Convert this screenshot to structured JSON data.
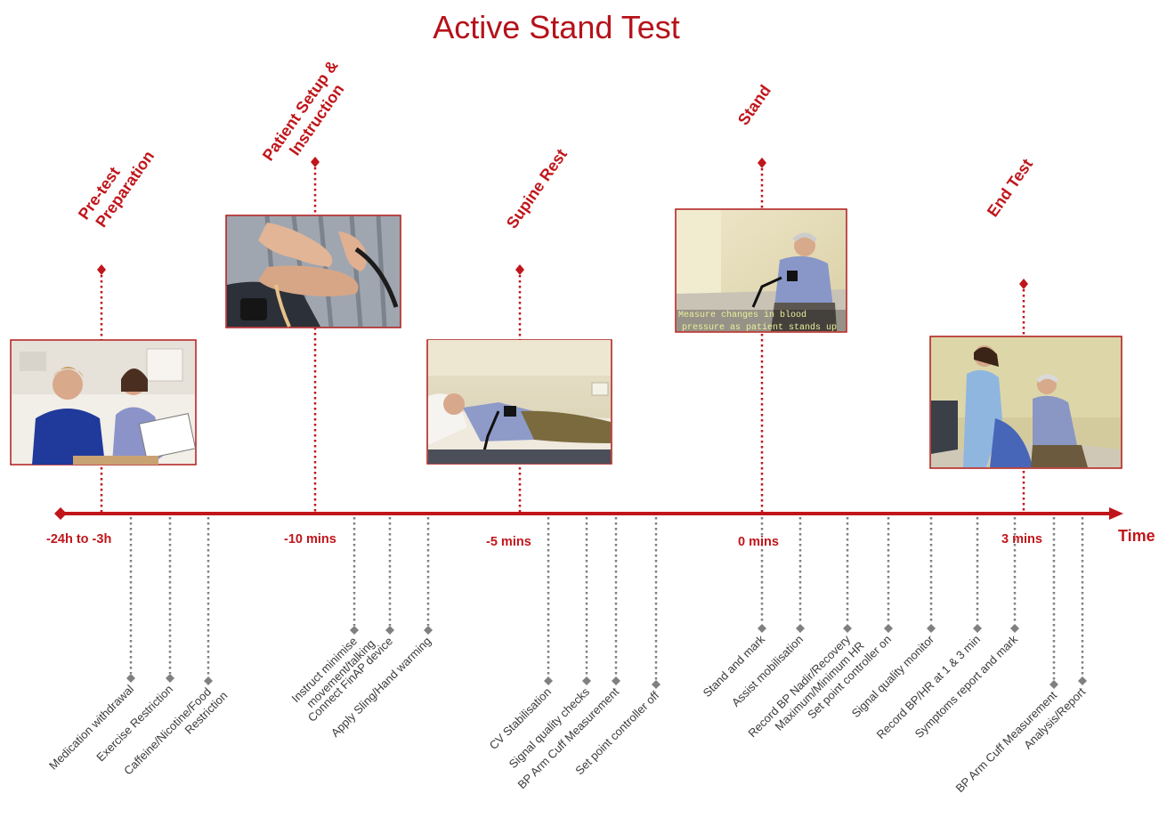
{
  "title": "Active Stand Test",
  "axis_label": "Time",
  "colors": {
    "primary": "#c0161b",
    "title": "#b5121b",
    "dotted": "#808080",
    "photo_border": "#b01a1a"
  },
  "phases": [
    {
      "id": "pretest",
      "label_lines": [
        "Pre-test",
        "Preparation"
      ],
      "icon": "photo-consultation"
    },
    {
      "id": "setup",
      "label_lines": [
        "Patient Setup &",
        "Instruction"
      ],
      "icon": "photo-hands-finger-cuff"
    },
    {
      "id": "supine",
      "label_lines": [
        "Supine Rest"
      ],
      "icon": "photo-patient-lying"
    },
    {
      "id": "stand",
      "label_lines": [
        "Stand"
      ],
      "icon": "photo-patient-standing",
      "caption_lines": [
        "Measure changes in blood",
        "pressure as patient stands up"
      ]
    },
    {
      "id": "endtest",
      "label_lines": [
        "End Test"
      ],
      "icon": "photo-nurse-with-patient"
    }
  ],
  "time_labels": [
    "-24h to -3h",
    "-10 mins",
    "-5 mins",
    "0 mins",
    "3 mins"
  ],
  "steps": [
    {
      "lines": [
        "Medication withdrawal"
      ]
    },
    {
      "lines": [
        "Exercise Restriction"
      ]
    },
    {
      "lines": [
        "Caffeine/Nicotine/Food",
        "Restriction"
      ]
    },
    {
      "lines": [
        "Instruct minimise",
        "movement/talking"
      ]
    },
    {
      "lines": [
        "Connect FinAP device"
      ]
    },
    {
      "lines": [
        "Apply Sling/Hand warming"
      ]
    },
    {
      "lines": [
        "CV Stabilisation"
      ]
    },
    {
      "lines": [
        "Signal quality checks"
      ]
    },
    {
      "lines": [
        "BP Arm Cuff  Measurement"
      ]
    },
    {
      "lines": [
        "Set point controller off"
      ]
    },
    {
      "lines": [
        "Stand and mark"
      ]
    },
    {
      "lines": [
        "Assist mobilisation"
      ]
    },
    {
      "lines": [
        "Record BP Nadir/Recovery",
        "Maximum/Minimum HR"
      ]
    },
    {
      "lines": [
        "Set point controller on"
      ]
    },
    {
      "lines": [
        "Signal quality monitor"
      ]
    },
    {
      "lines": [
        "Record BP/HR at 1 & 3 min"
      ]
    },
    {
      "lines": [
        "Symptoms report and mark"
      ]
    },
    {
      "lines": [
        "BP Arm Cuff  Measurement"
      ]
    },
    {
      "lines": [
        "Analysis/Report"
      ]
    }
  ]
}
